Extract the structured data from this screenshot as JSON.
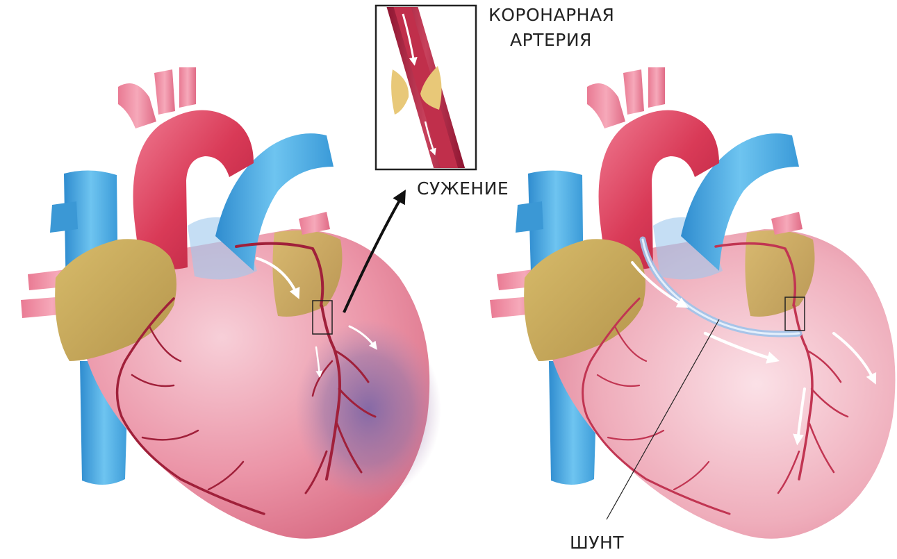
{
  "labels": {
    "coronary_artery_line1": "КОРОНАРНАЯ",
    "coronary_artery_line2": "АРТЕРИЯ",
    "narrowing": "СУЖЕНИЕ",
    "shunt": "ШУНТ"
  },
  "colors": {
    "myocardium": "#e9899c",
    "myocardium_light": "#f6c4cf",
    "ischemia": "#8e74a8",
    "aorta": "#d93a57",
    "vena_cava": "#4aa9e0",
    "atrium": "#c9aa5a",
    "coronary_vessel": "#a0203a",
    "plaque": "#e8c878",
    "graft": "#b9d2ef",
    "arrow": "#ffffff",
    "label_text": "#222222"
  }
}
